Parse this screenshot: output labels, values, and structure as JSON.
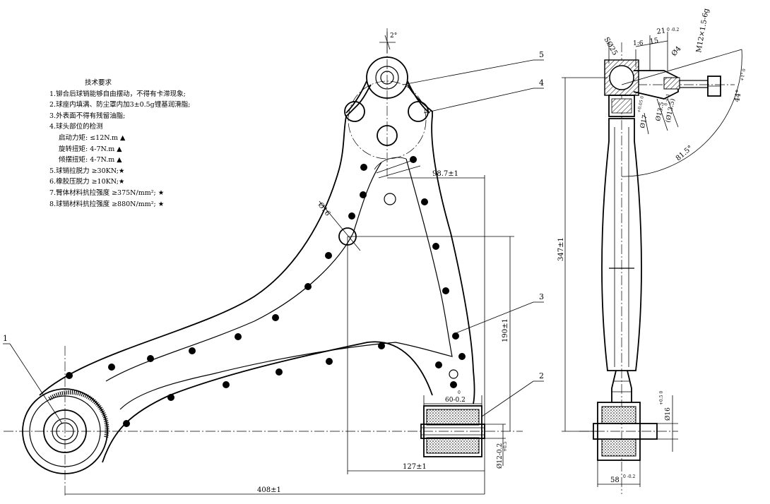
{
  "tech_requirements": {
    "title": "技术要求",
    "items": [
      "1.铆合后球销能够自由摆动，不得有卡滞现象;",
      "2.球座内填满、防尘罩内加3±0.5g锂基润滑脂;",
      "3.外表面不得有残留油脂;",
      "4.球头部位的检测",
      "5.球销拉脱力 ≥30KN;★",
      "6.橡胶压脱力 ≥10KN;★",
      "7.臂体材料抗拉强度 ≥375N/mm²; ★",
      "8.球销材料抗拉强度 ≥880N/mm²; ★"
    ],
    "sub_items": [
      "启动力矩: ≤12N.m ▲",
      "旋转扭矩: 4-7N.m ▲",
      "倾摆扭矩: 4-7N.m ▲"
    ]
  },
  "part_numbers": [
    "1",
    "2",
    "3",
    "4",
    "5"
  ],
  "front_view_dims": {
    "angle_top": "2°",
    "hole_dia": "Ø16",
    "width_98": "98.7±1",
    "height_190": "190±1",
    "bush_60": "60-0.2",
    "bush_60_tol": "0",
    "width_127": "127±1",
    "length_408": "408±1",
    "bore_12": "Ø12-0.2",
    "bore_12_tol": "+0.5"
  },
  "side_view_dims": {
    "sr25": "SØ25",
    "taper": "1:6",
    "d21": "21",
    "d21_tol": "0 -0.2",
    "d15": "15",
    "d4": "Ø4",
    "thread": "M12×1.5-6g",
    "angle_44": "44°",
    "angle_44_tol": "+1° 0",
    "radius_81": "81.5°",
    "d17": "Ø17",
    "d17_tol": "+0.05 0",
    "d13_5a": "Ø13.5",
    "d13_5a_tol": "0 -0.1",
    "d13_5b": "(Ø13.5)",
    "length_347": "347±1",
    "d16": "Ø16",
    "d16_tol": "+0.5 0",
    "width_58": "58",
    "width_58_tol": "0 -0.2"
  }
}
